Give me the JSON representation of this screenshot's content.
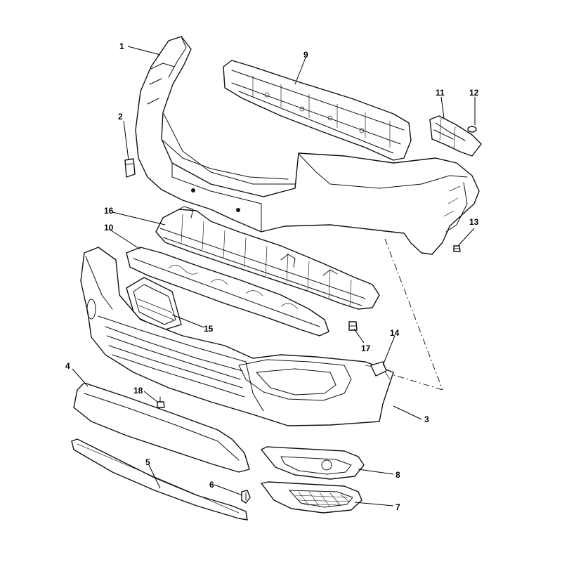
{
  "diagram": {
    "type": "exploded-parts-view",
    "callouts": [
      {
        "id": "c1",
        "label": "1"
      },
      {
        "id": "c2",
        "label": "2"
      },
      {
        "id": "c3",
        "label": "3"
      },
      {
        "id": "c4",
        "label": "4"
      },
      {
        "id": "c5",
        "label": "5"
      },
      {
        "id": "c6",
        "label": "6"
      },
      {
        "id": "c7",
        "label": "7"
      },
      {
        "id": "c8",
        "label": "8"
      },
      {
        "id": "c9",
        "label": "9"
      },
      {
        "id": "c10",
        "label": "10"
      },
      {
        "id": "c11",
        "label": "11"
      },
      {
        "id": "c12",
        "label": "12"
      },
      {
        "id": "c13",
        "label": "13"
      },
      {
        "id": "c14",
        "label": "14"
      },
      {
        "id": "c15",
        "label": "15"
      },
      {
        "id": "c16",
        "label": "16"
      },
      {
        "id": "c17",
        "label": "17"
      },
      {
        "id": "c18",
        "label": "18"
      }
    ]
  }
}
